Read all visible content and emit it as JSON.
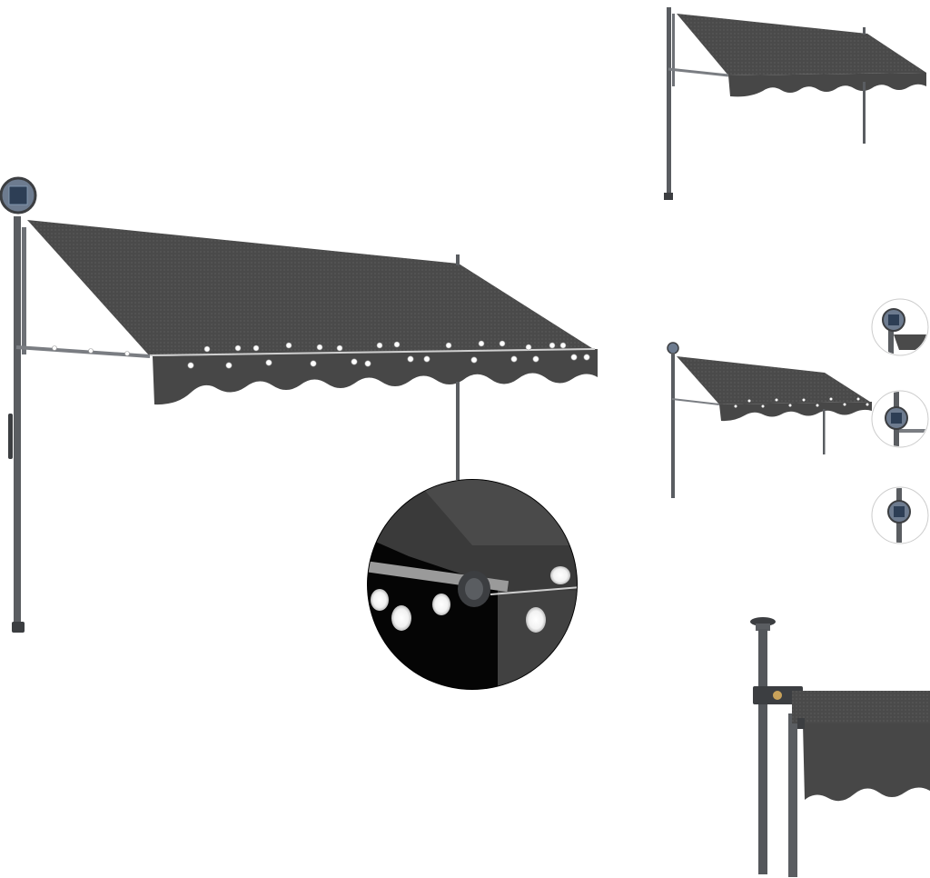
{
  "colors": {
    "background": "#ffffff",
    "fabric": "#4a4a4a",
    "fabric_dark": "#3a3a3a",
    "pole": "#5a5d61",
    "pole_dark": "#3c3e41",
    "solar_panel": "#2d3e55",
    "led": "#ffffff",
    "wire": "#d9d9d9",
    "detail_dark": "#111111"
  },
  "images": {
    "main": {
      "name": "main-awning-with-led-lights",
      "led_lights": true,
      "solar_panel": true
    },
    "top_right": {
      "name": "awning-without-lights",
      "led_lights": false
    },
    "middle_right": {
      "name": "awning-with-lights-small",
      "led_lights": true
    },
    "zoom_led": {
      "name": "led-light-detail-closeup"
    },
    "solar_details": [
      {
        "name": "solar-panel-detail-1"
      },
      {
        "name": "solar-panel-detail-2"
      },
      {
        "name": "solar-panel-detail-3"
      }
    ],
    "bottom_right": {
      "name": "bracket-detail-closeup"
    }
  }
}
